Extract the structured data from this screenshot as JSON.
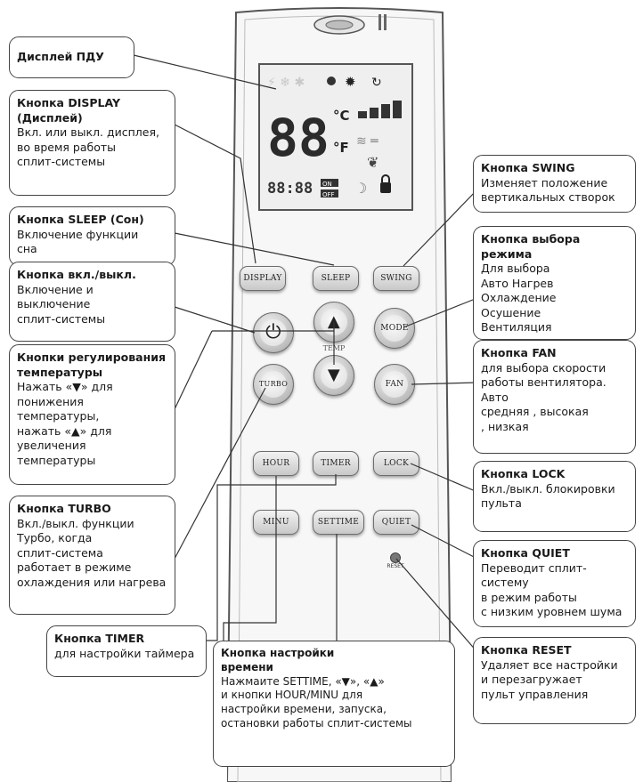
{
  "callouts": {
    "display_screen": {
      "title": "Дисплей ПДУ"
    },
    "display_btn": {
      "title": "Кнопка DISPLAY\n(Дисплей)",
      "desc": "Вкл. или выкл. дисплея,\nво время работы\nсплит-системы"
    },
    "sleep_btn": {
      "title": "Кнопка SLEEP (Сон)",
      "desc": "Включение функции\nсна"
    },
    "power_btn": {
      "title": "Кнопка вкл./выкл.",
      "desc": "Включение и\nвыключение\nсплит-системы"
    },
    "temp_btn": {
      "title": "Кнопки регулирования\nтемпературы",
      "desc": "Нажать «▼» для\nпонижения температуры,\nнажать «▲» для\nувеличения температуры"
    },
    "turbo_btn": {
      "title": "Кнопка TURBO",
      "desc": "Вкл./выкл. функции\nТурбо, когда\nсплит-система\nработает в режиме\nохлаждения или нагрева"
    },
    "timer_btn": {
      "title": "Кнопка TIMER",
      "desc": "для настройки таймера"
    },
    "settime_btn": {
      "title": "Кнопка настройки\nвремени",
      "desc": "Нажмаите SETTIME, «▼», «▲»\nи кнопки HOUR/MINU для\nнастройки времени, запуска,\nостановки работы сплит-системы"
    },
    "swing_btn": {
      "title": "Кнопка SWING",
      "desc": "Изменяет положение\nвертикальных створок"
    },
    "mode_btn": {
      "title": "Кнопка выбора режима",
      "desc": "Для выбора\nАвто  Нагрев \nОхлаждение \nОсушение \nВентиляция "
    },
    "fan_btn": {
      "title": "Кнопка FAN",
      "desc": "для выбора скорости\nработы вентилятора.\nАвто \nсредняя , высокая\n, низкая "
    },
    "lock_btn": {
      "title": "Кнопка LOCK",
      "desc": "Вкл./выкл. блокировки\nпульта"
    },
    "quiet_btn": {
      "title": "Кнопка QUIET",
      "desc": "Переводит сплит-систему\nв режим работы\nс низким уровнем шума"
    },
    "reset_btn": {
      "title": "Кнопка RESET",
      "desc": "Удаляет все настройки\nи перезагружает\nпульт управления"
    }
  },
  "remote": {
    "buttons": {
      "display": "DISPLAY",
      "sleep": "SLEEP",
      "swing": "SWING",
      "mode": "MODE",
      "turbo": "TURBO",
      "fan": "FAN",
      "hour": "HOUR",
      "timer": "TIMER",
      "lock": "LOCK",
      "minu": "MINU",
      "settime": "SETTIME",
      "quiet": "QUIET"
    },
    "temp_label": "TEMP",
    "reset_label": "RESET",
    "lcd": {
      "digits": "88",
      "unit_c": "°C",
      "unit_f": "°F",
      "clock": "88:88",
      "on": "ON",
      "off": "OFF"
    }
  }
}
